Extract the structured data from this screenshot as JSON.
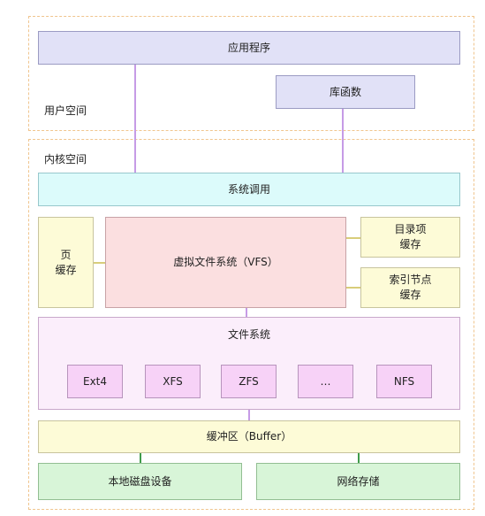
{
  "regions": {
    "user_space": "用户空间",
    "kernel_space": "内核空间"
  },
  "boxes": {
    "application": "应用程序",
    "library": "库函数",
    "syscall": "系统调用",
    "page_cache": "页\n缓存",
    "vfs": "虚拟文件系统（VFS）",
    "dentry_cache": "目录项\n缓存",
    "inode_cache": "索引节点\n缓存",
    "filesystems": {
      "title": "文件系统",
      "items": [
        "Ext4",
        "XFS",
        "ZFS",
        "…",
        "NFS"
      ]
    },
    "buffer": "缓冲区（Buffer）",
    "local_disk": "本地磁盘设备",
    "network_storage": "网络存储"
  },
  "colors": {
    "region_border": "#f0c58e",
    "connector_purple": "#c69be6",
    "connector_gold": "#d8cd7a",
    "connector_green": "#3f9b4a"
  }
}
